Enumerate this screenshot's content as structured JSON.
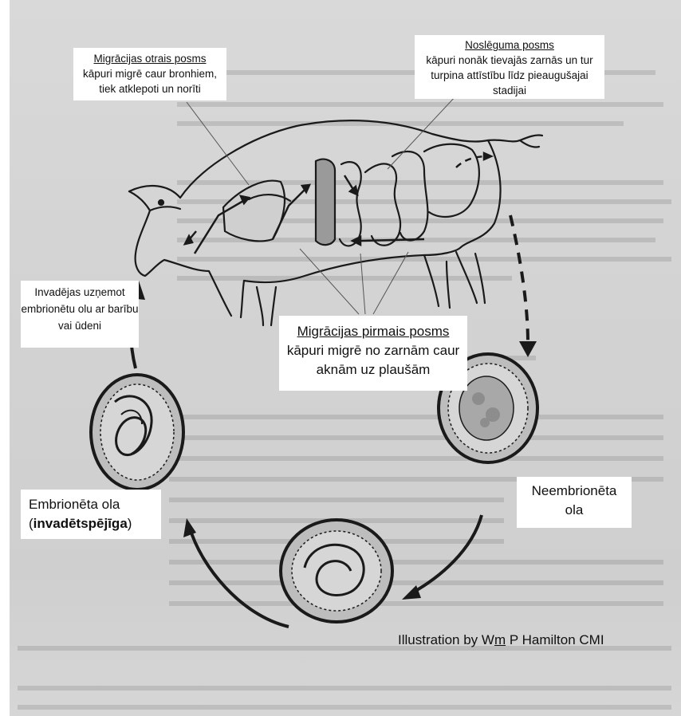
{
  "labels": {
    "final_stage": {
      "title": "Noslēguma posms",
      "body": "kāpuri nonāk tievajās zarnās un tur turpina attīstību līdz pieaugušajai stadijai"
    },
    "second_migration": {
      "title": "Migrācijas otrais posms",
      "body": "kāpuri migrē caur bronhiem, tiek atklepoti un norīti"
    },
    "invasion": {
      "body": "Invadējas uzņemot embrionētu olu ar barību vai ūdeni"
    },
    "first_migration": {
      "title": "Migrācijas pirmais posms",
      "body": "kāpuri migrē no zarnām caur aknām uz plaušām"
    },
    "unembryonated_egg": {
      "body": "Neembrionēta ola"
    },
    "embryonated_egg": {
      "line1": "Embrionēta ola",
      "line2_open": "(",
      "line2_bold": "invadētspējīga",
      "line2_close": ")"
    }
  },
  "credit": {
    "prefix": "Illustration by W",
    "underlined": "m",
    "suffix": " P Hamilton CMI"
  },
  "colors": {
    "page_gray": "#d3d3d3",
    "ink": "#1a1a1a",
    "label_bg": "#ffffff"
  }
}
